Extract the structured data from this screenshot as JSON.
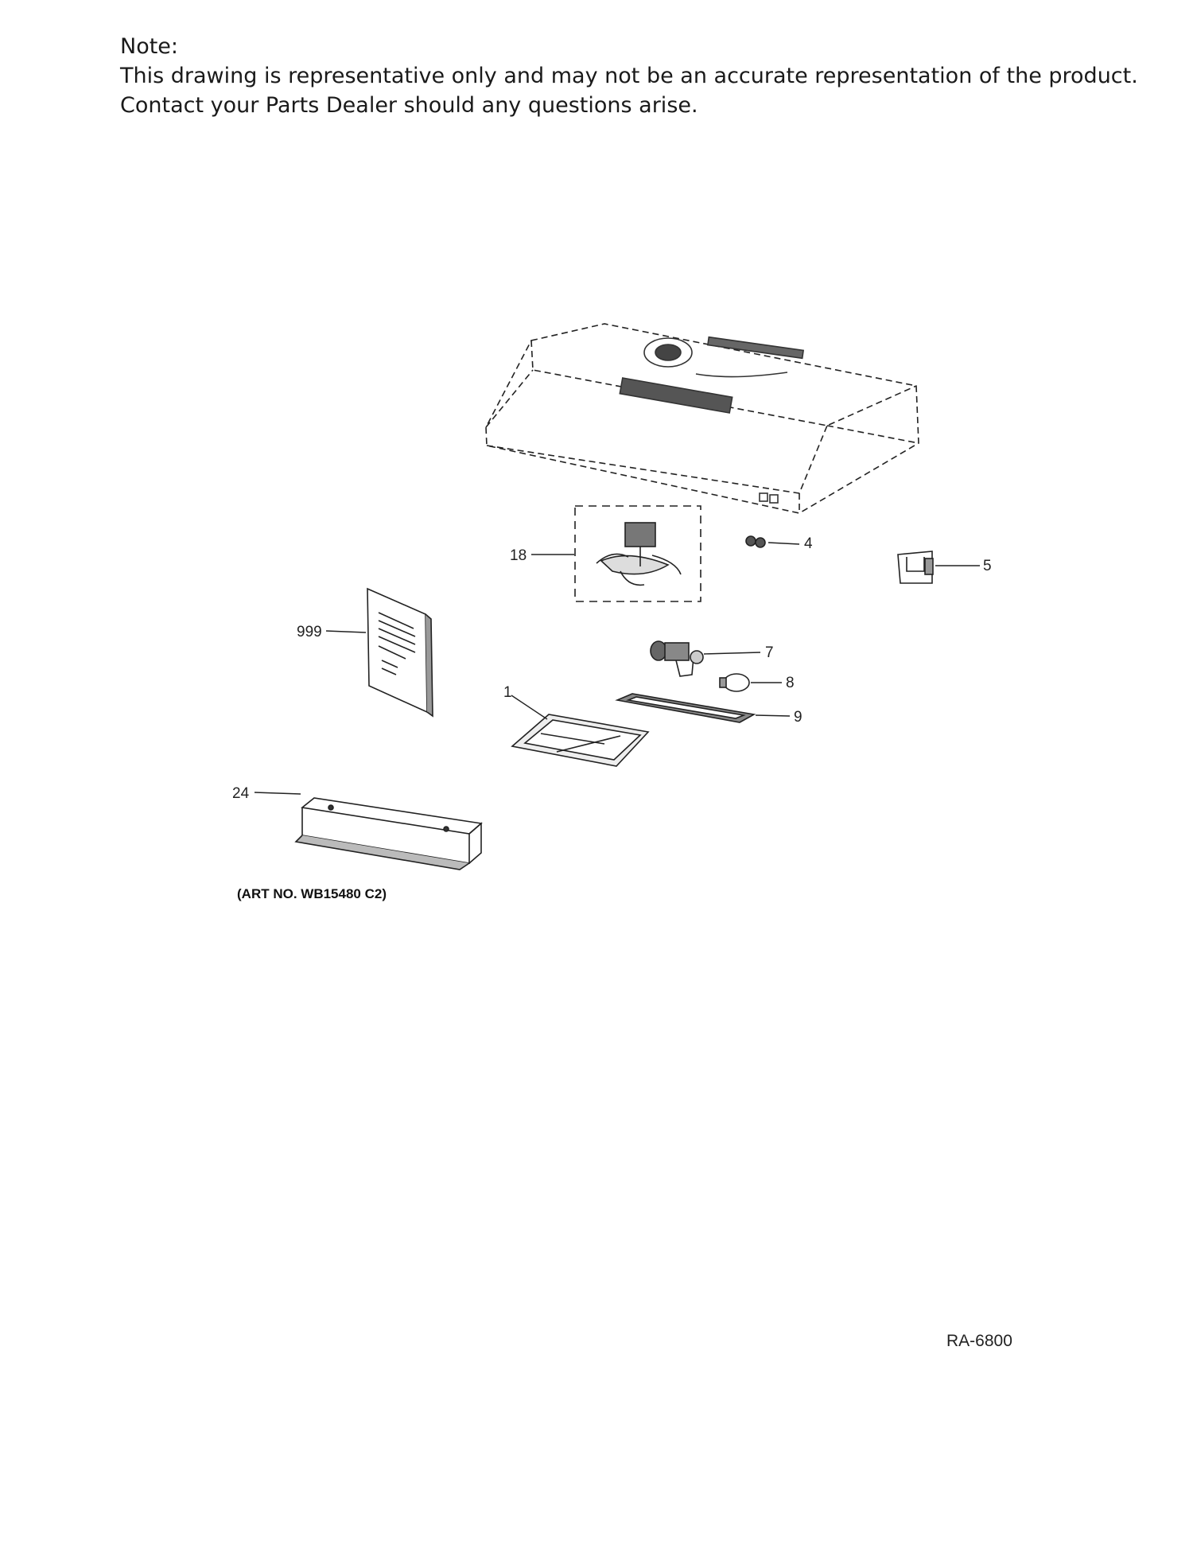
{
  "note": {
    "heading": "Note:",
    "line1": "This drawing is representative only and may not be an accurate representation of the product.",
    "line2": "Contact your Parts Dealer should any questions arise."
  },
  "callouts": {
    "p1": "1",
    "p4": "4",
    "p5": "5",
    "p7": "7",
    "p8": "8",
    "p9": "9",
    "p18": "18",
    "p24": "24",
    "p999": "999"
  },
  "art_number": "(ART NO. WB15480 C2)",
  "drawing_number": "RA-6800"
}
